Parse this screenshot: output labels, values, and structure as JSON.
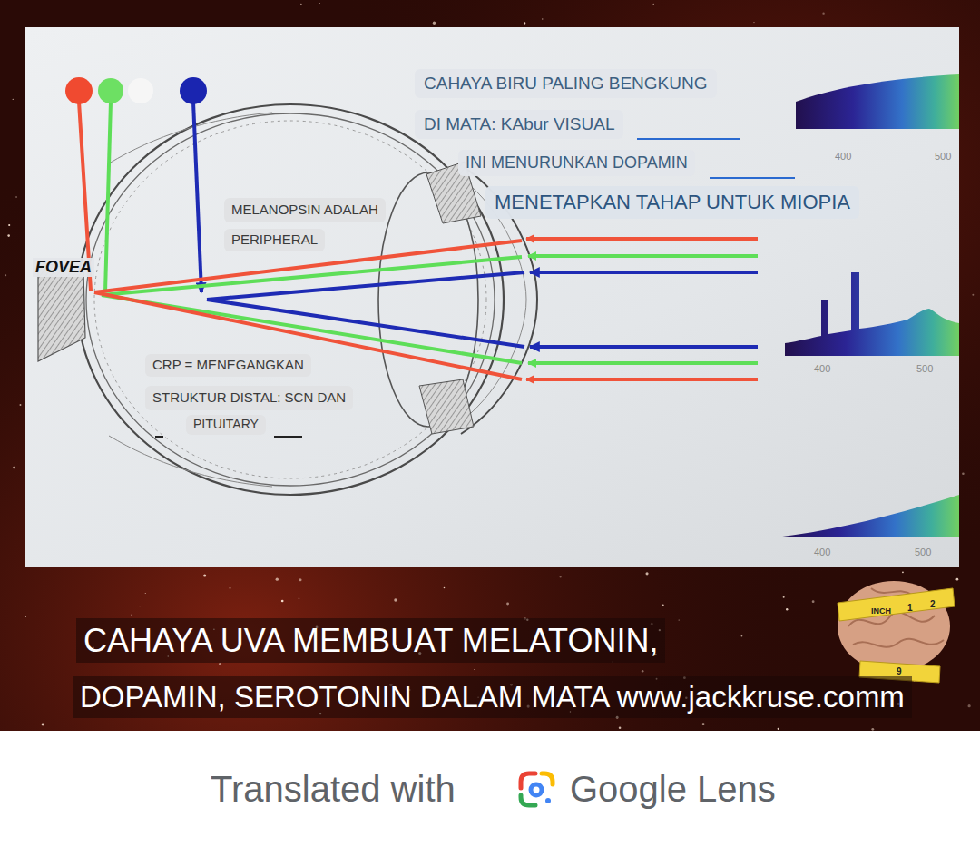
{
  "diagram": {
    "nodes": [
      {
        "text": [
          "CAHAYA BIRU PALING BENGKUNG"
        ]
      },
      {
        "text": [
          "DI MATA: KAbur VISUAL"
        ]
      },
      {
        "text": [
          "INI MENURUNKAN DOPAMIN"
        ]
      },
      {
        "text": [
          "MENETAPKAN TAHAP UNTUK MIOPIA"
        ]
      },
      {
        "text": [
          "MELANOPSIN ADALAH"
        ]
      },
      {
        "text": [
          "PERIPHERAL"
        ]
      },
      {
        "text": [
          "CRP = MENEGANGKAN"
        ]
      },
      {
        "text": [
          "STRUKTUR DISTAL: SCN DAN"
        ]
      },
      {
        "text": [
          "PITUITARY"
        ]
      }
    ],
    "labels": [
      "FOVEA",
      "400",
      "500",
      "400",
      "500",
      "400",
      "500",
      "CAHAYA UVA MEMBUAT MELATONIN,",
      "DOPAMIN, SEROTONIN DALAM MATA www.jackkruse.comm",
      "INCH",
      "1",
      "2",
      "9",
      "Translated with",
      "Google Lens"
    ]
  }
}
